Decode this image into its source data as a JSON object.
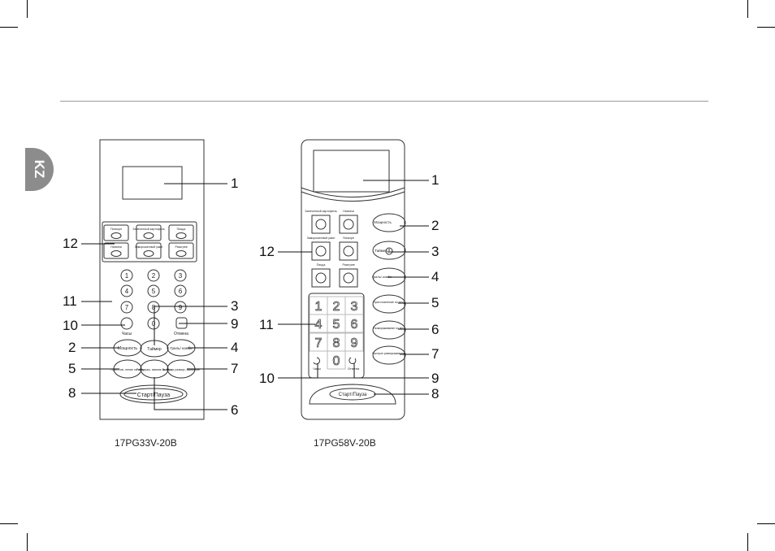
{
  "language_tab": "KZ",
  "panel_left": {
    "model": "17PG33V-20B",
    "auto_menu": [
      [
        "Попкорн",
        "Запеченный картофель",
        "Пицца"
      ],
      [
        "Напитки",
        "Замороженный ужин",
        "Разогрев"
      ]
    ],
    "digits": [
      "1",
      "2",
      "3",
      "4",
      "5",
      "6",
      "7",
      "8",
      "9",
      "0"
    ],
    "clock_label": "Часы",
    "cancel_label": "Отмена",
    "buttons": {
      "power": "Мощность",
      "timer": "Таймер",
      "grill": "Гриль/ комби",
      "cook_weight": "Приготов- ление по весу",
      "defrost_weight": "Размораж- ивание по весу",
      "quick_defrost": "Быстрое размор- аживание",
      "start": "Старт/Пауза"
    },
    "callouts": [
      "1",
      "12",
      "11",
      "10",
      "2",
      "5",
      "8",
      "3",
      "9",
      "4",
      "7",
      "6"
    ]
  },
  "panel_right": {
    "model": "17PG58V-20B",
    "auto_menu": [
      [
        "Запеченный картофель",
        "Напитки"
      ],
      [
        "Замороженный ужин",
        "Попкорн"
      ],
      [
        "Пицца",
        "Разогрев"
      ]
    ],
    "digits": [
      "1",
      "2",
      "3",
      "4",
      "5",
      "6",
      "7",
      "8",
      "9",
      "0"
    ],
    "clock_label": "Часы",
    "cancel_label": "Отмена",
    "buttons": {
      "power": "Мощность",
      "timer": "Таймер",
      "grill": "Гриль/ комби",
      "cook_weight": "Приготовление по весу",
      "defrost_weight": "Размораживание по весу",
      "quick_defrost": "Быстрое размораживание",
      "start": "Старт/Пауза"
    },
    "callouts": [
      "1",
      "2",
      "12",
      "3",
      "4",
      "5",
      "11",
      "6",
      "7",
      "10",
      "9",
      "8"
    ]
  }
}
